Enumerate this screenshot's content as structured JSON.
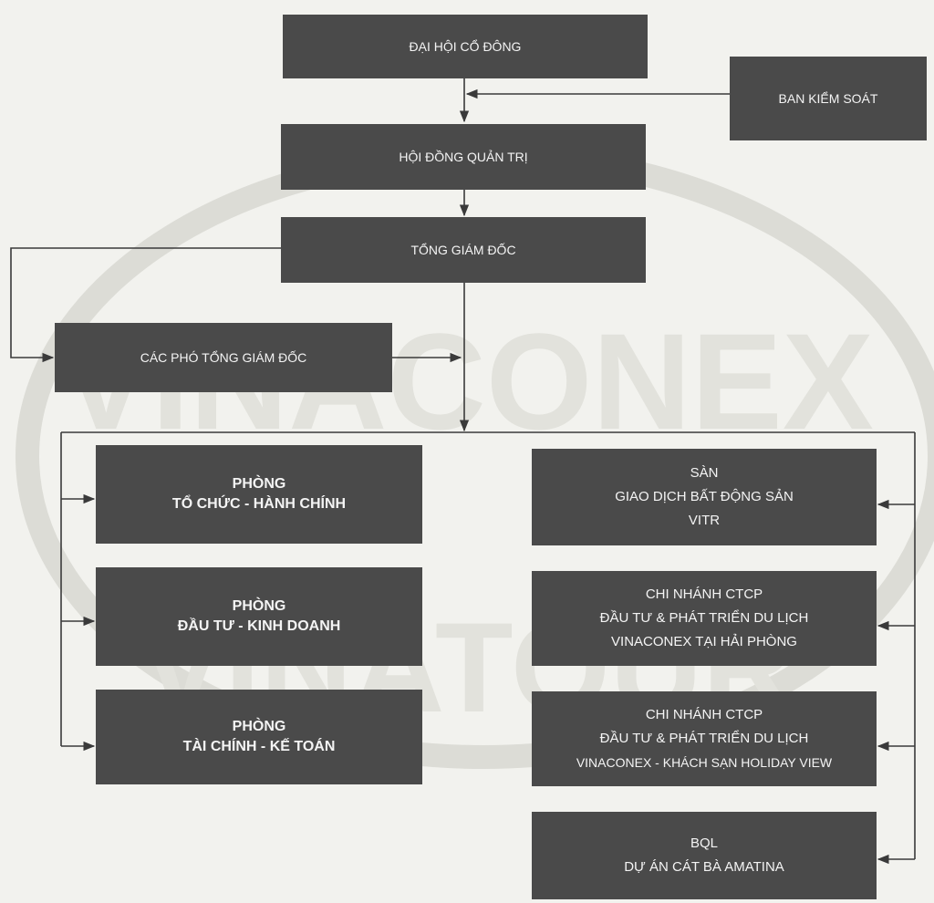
{
  "boxes": {
    "shareholders": "ĐẠI HỘI CỔ ĐÔNG",
    "supervisory": "BAN KIỂM SOÁT",
    "board": "HỘI ĐỒNG QUẢN TRỊ",
    "ceo": "TỔNG GIÁM ĐỐC",
    "deputy_ceos": "CÁC PHÓ TỔNG GIÁM ĐỐC",
    "dept_admin": [
      "PHÒNG",
      "TỔ CHỨC - HÀNH CHÍNH"
    ],
    "dept_invest": [
      "PHÒNG",
      "ĐẦU TƯ - KINH DOANH"
    ],
    "dept_finance": [
      "PHÒNG",
      "TÀI CHÍNH - KẾ TOÁN"
    ],
    "real_estate_exchange": [
      "SÀN",
      "GIAO DỊCH BẤT ĐỘNG SẢN",
      "VITR"
    ],
    "branch_haiphong": [
      "CHI NHÁNH CTCP",
      "ĐẦU TƯ & PHÁT TRIỂN DU LỊCH",
      "VINACONEX TẠI HẢI PHÒNG"
    ],
    "branch_holiday": [
      "CHI NHÁNH CTCP",
      "ĐẦU TƯ & PHÁT TRIỂN DU LỊCH",
      "VINACONEX - KHÁCH SẠN HOLIDAY VIEW"
    ],
    "project_catba": [
      "BQL",
      "DỰ ÁN CÁT BÀ AMATINA"
    ]
  },
  "watermark": {
    "text1": "VINACONEX",
    "text2": "VINATOUR"
  },
  "colors": {
    "box_fill": "#4a4a4a",
    "box_text": "#f4f4f4",
    "connector": "#3a3a3a",
    "background": "#f2f2ee"
  }
}
